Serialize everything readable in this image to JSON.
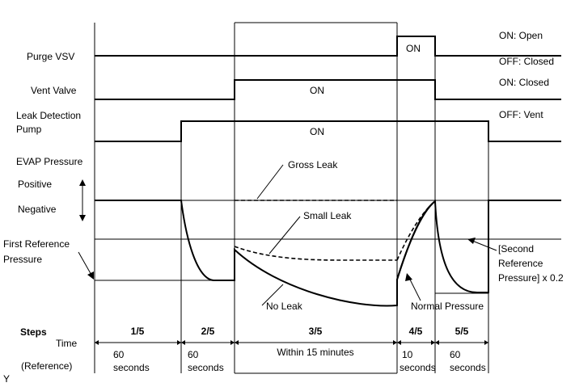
{
  "rows": {
    "purge_vsv": "Purge VSV",
    "vent_valve": "Vent Valve",
    "leak_pump_line1": "Leak Detection",
    "leak_pump_line2": "Pump",
    "evap_pressure": "EVAP Pressure",
    "positive": "Positive",
    "negative": "Negative",
    "first_ref_line1": "First Reference",
    "first_ref_line2": "Pressure"
  },
  "states": {
    "purge_on": "ON: Open",
    "purge_off": "OFF: Closed",
    "vent_on": "ON: Closed",
    "vent_off": "OFF: Vent"
  },
  "pulse_labels": {
    "purge": "ON",
    "vent": "ON",
    "pump": "ON"
  },
  "annotations": {
    "gross_leak": "Gross Leak",
    "small_leak": "Small Leak",
    "no_leak": "No Leak",
    "normal_pressure": "Normal Pressure",
    "second_ref_line1": "[Second",
    "second_ref_line2": "Reference",
    "second_ref_line3": "Pressure] x 0.2"
  },
  "footer": {
    "steps": "Steps",
    "time": "Time",
    "reference": "(Reference)",
    "corner": "Y"
  },
  "steps": [
    {
      "label": "1/5",
      "time": "60",
      "unit": "seconds"
    },
    {
      "label": "2/5",
      "time": "60",
      "unit": "seconds"
    },
    {
      "label": "3/5",
      "time": "Within 15 minutes",
      "unit": ""
    },
    {
      "label": "4/5",
      "time": "10",
      "unit": "seconds"
    },
    {
      "label": "5/5",
      "time": "60",
      "unit": "seconds"
    }
  ]
}
